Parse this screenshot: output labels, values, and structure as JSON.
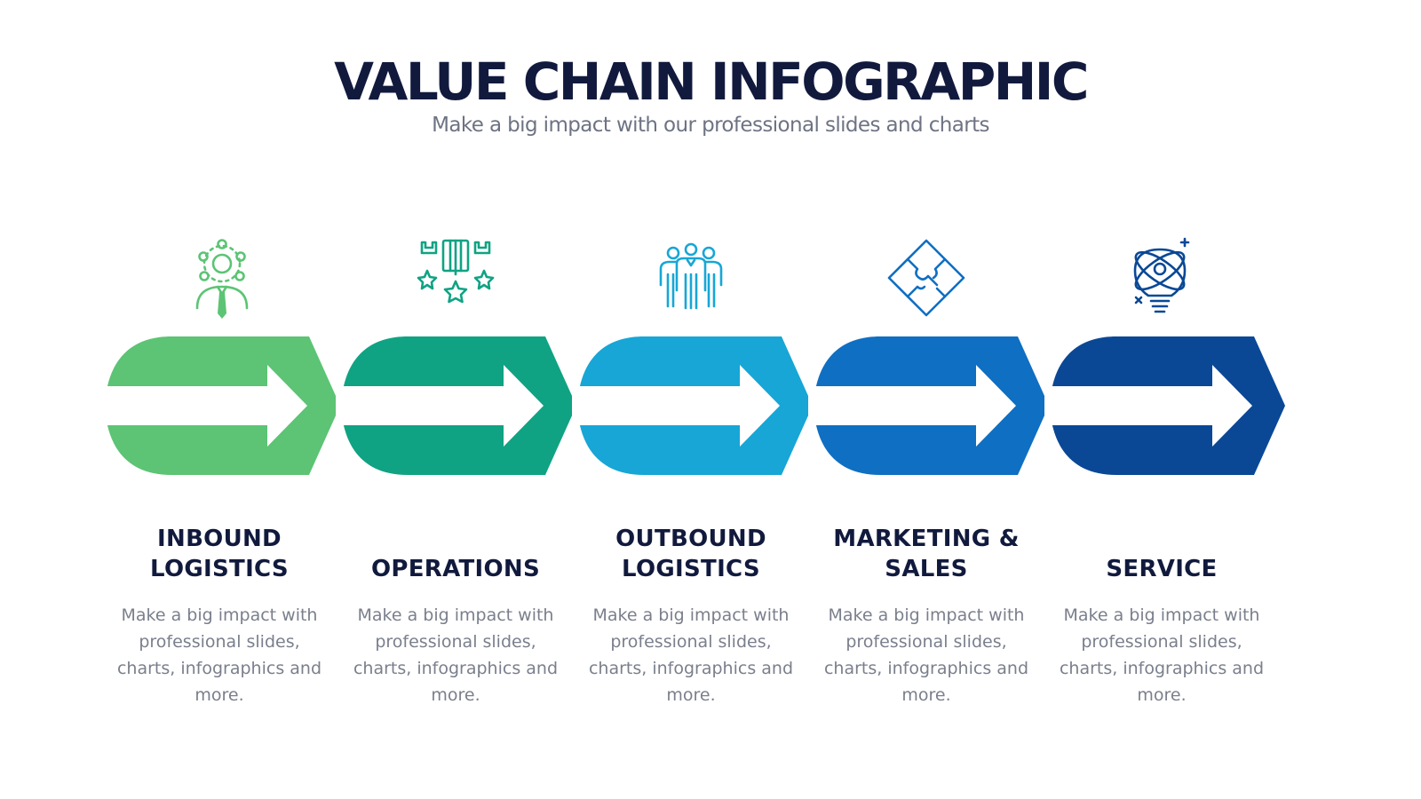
{
  "title": "VALUE CHAIN INFOGRAPHIC",
  "subtitle": "Make a big impact with our professional slides and charts",
  "steps": [
    {
      "title": "INBOUND LOGISTICS",
      "description": "Make a big impact with professional slides, charts, infographics and more.",
      "color": "#5cc474",
      "icon": "network-manager-icon"
    },
    {
      "title": "OPERATIONS",
      "description": "Make a big impact with professional slides, charts, infographics and more.",
      "color": "#0fa383",
      "icon": "team-stars-icon"
    },
    {
      "title": "OUTBOUND LOGISTICS",
      "description": "Make a big impact with professional slides, charts, infographics and more.",
      "color": "#17a6d6",
      "icon": "team-group-icon"
    },
    {
      "title": "MARKETING & SALES",
      "description": "Make a big impact with professional slides, charts, infographics and more.",
      "color": "#0f6fc2",
      "icon": "puzzle-icon"
    },
    {
      "title": "SERVICE",
      "description": "Make a big impact with professional slides, charts, infographics and more.",
      "color": "#0a4896",
      "icon": "idea-bulb-icon"
    }
  ]
}
